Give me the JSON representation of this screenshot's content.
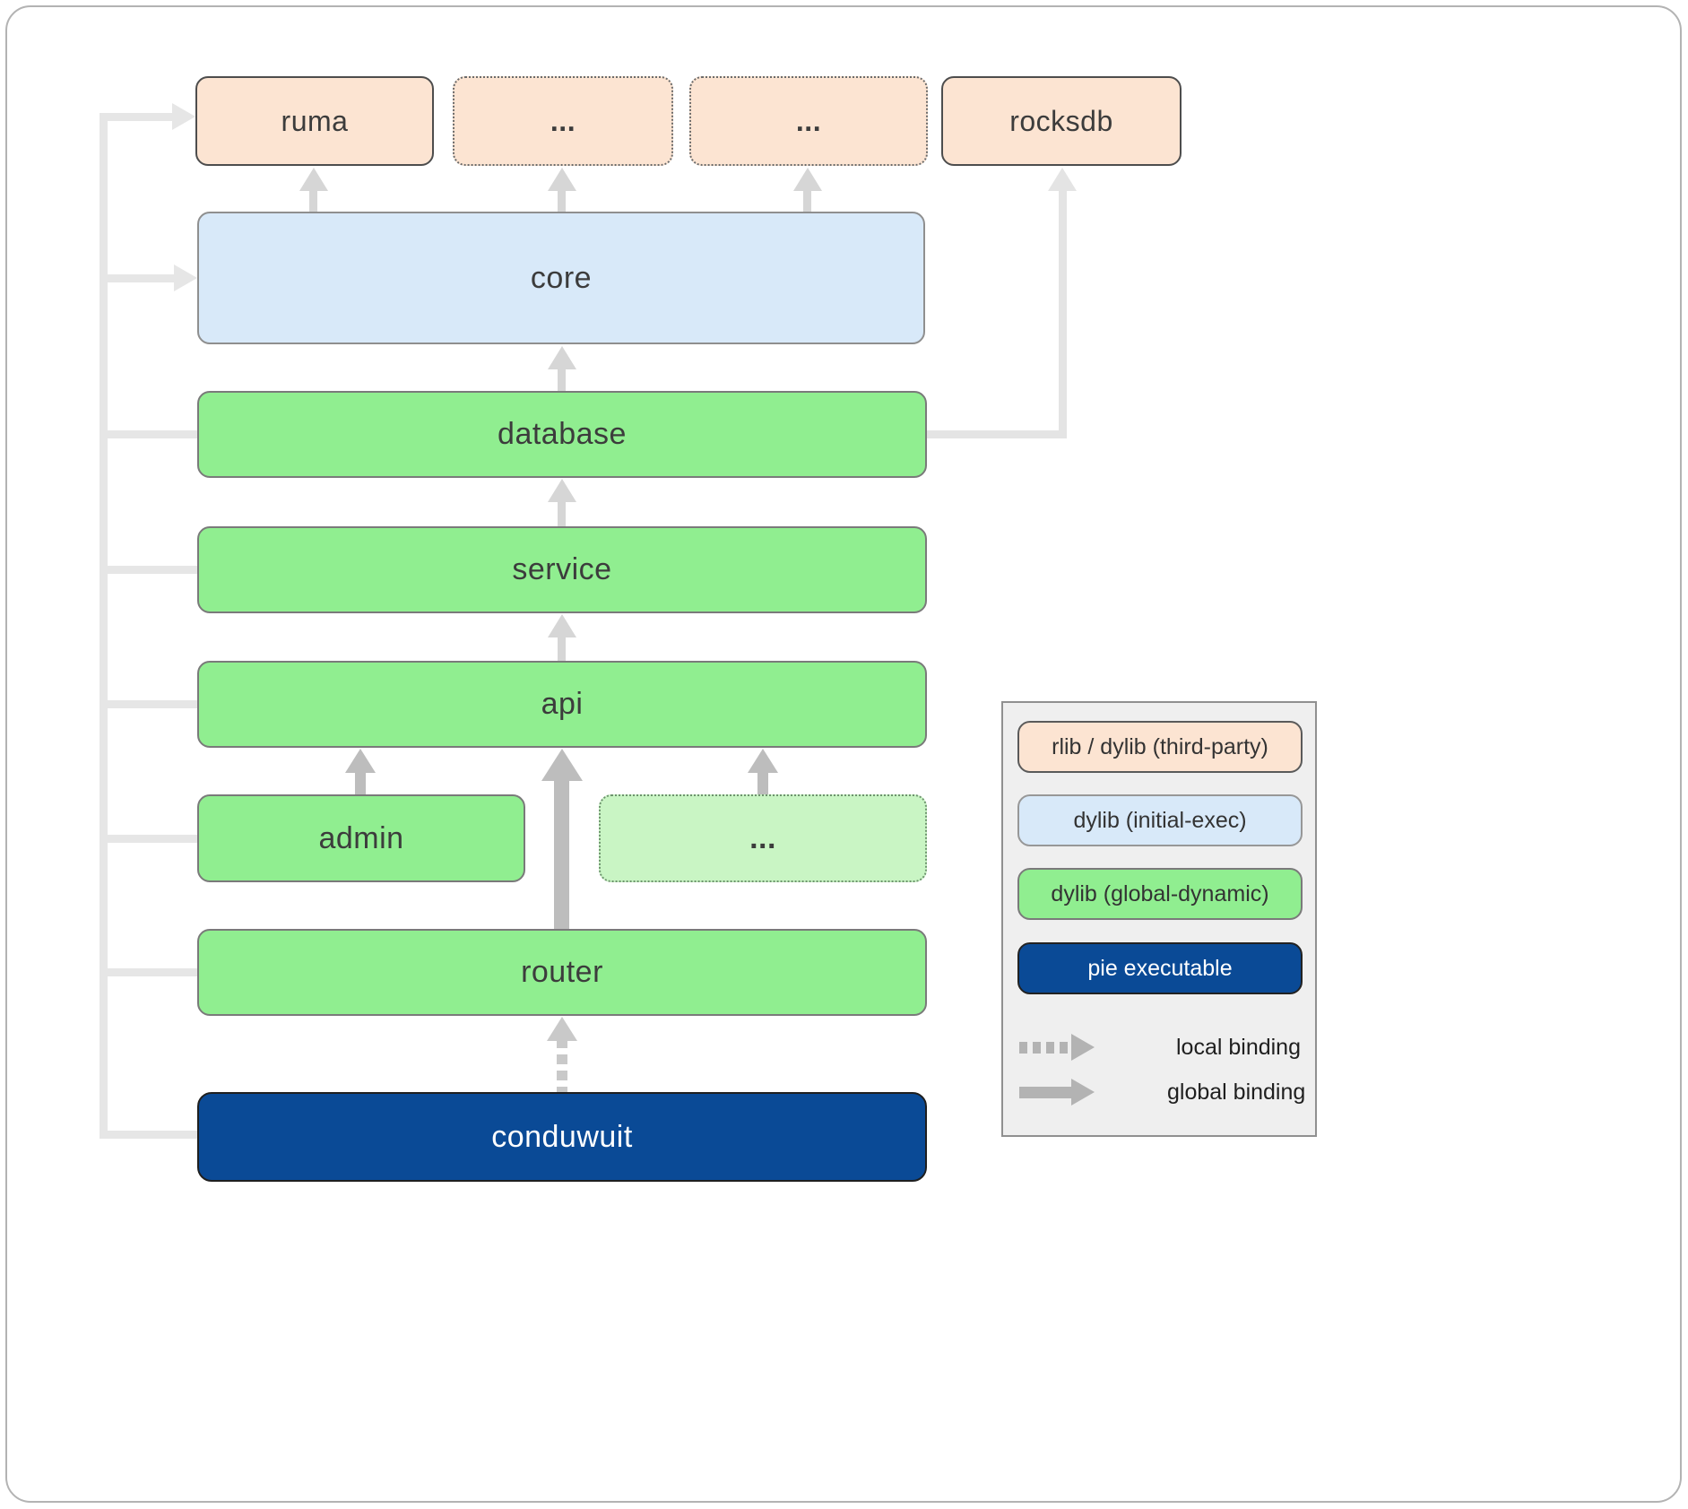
{
  "nodes": {
    "ruma": "ruma",
    "ellipsis_top_1": "...",
    "ellipsis_top_2": "...",
    "rocksdb": "rocksdb",
    "core": "core",
    "database": "database",
    "service": "service",
    "api": "api",
    "admin": "admin",
    "ellipsis_mid": "...",
    "router": "router",
    "conduwuit": "conduwuit"
  },
  "edges": [
    {
      "from": "core",
      "to": "ruma",
      "binding": "global"
    },
    {
      "from": "core",
      "to": "ellipsis_top_1",
      "binding": "global"
    },
    {
      "from": "core",
      "to": "ellipsis_top_2",
      "binding": "global"
    },
    {
      "from": "database",
      "to": "core",
      "binding": "global"
    },
    {
      "from": "database",
      "to": "rocksdb",
      "binding": "global"
    },
    {
      "from": "service",
      "to": "database",
      "binding": "global"
    },
    {
      "from": "api",
      "to": "service",
      "binding": "global"
    },
    {
      "from": "admin",
      "to": "api",
      "binding": "global"
    },
    {
      "from": "ellipsis_mid",
      "to": "api",
      "binding": "global"
    },
    {
      "from": "router",
      "to": "api",
      "binding": "global"
    },
    {
      "from": "conduwuit",
      "to": "router",
      "binding": "local"
    },
    {
      "from": "conduwuit",
      "to": "ruma",
      "binding": "global"
    },
    {
      "from": "conduwuit",
      "to": "core",
      "binding": "global"
    },
    {
      "from": "conduwuit",
      "to": "database",
      "binding": "global"
    },
    {
      "from": "conduwuit",
      "to": "service",
      "binding": "global"
    },
    {
      "from": "conduwuit",
      "to": "api",
      "binding": "global"
    },
    {
      "from": "conduwuit",
      "to": "admin",
      "binding": "global"
    },
    {
      "from": "conduwuit",
      "to": "router",
      "binding": "global"
    }
  ],
  "legend": {
    "items": [
      {
        "label": "rlib / dylib (third-party)",
        "color": "#fce4d2"
      },
      {
        "label": "dylib (initial-exec)",
        "color": "#d8e9f9"
      },
      {
        "label": "dylib (global-dynamic)",
        "color": "#90ee90"
      },
      {
        "label": "pie executable",
        "color": "#0a4a96"
      }
    ],
    "local_binding_label": "local binding",
    "global_binding_label": "global binding"
  },
  "colors": {
    "third_party": "#fce4d2",
    "third_party_dotted": "#fce4d2",
    "initial_exec": "#d8e9f9",
    "global_dynamic": "#90ee90",
    "global_dynamic_light": "#c9f5c4",
    "pie_executable": "#0a4a96",
    "arrow_faint": "#e6e6e6",
    "arrow_light": "#d6d6d6",
    "arrow_mid": "#bdbdbd",
    "legend_background": "#efefef"
  }
}
